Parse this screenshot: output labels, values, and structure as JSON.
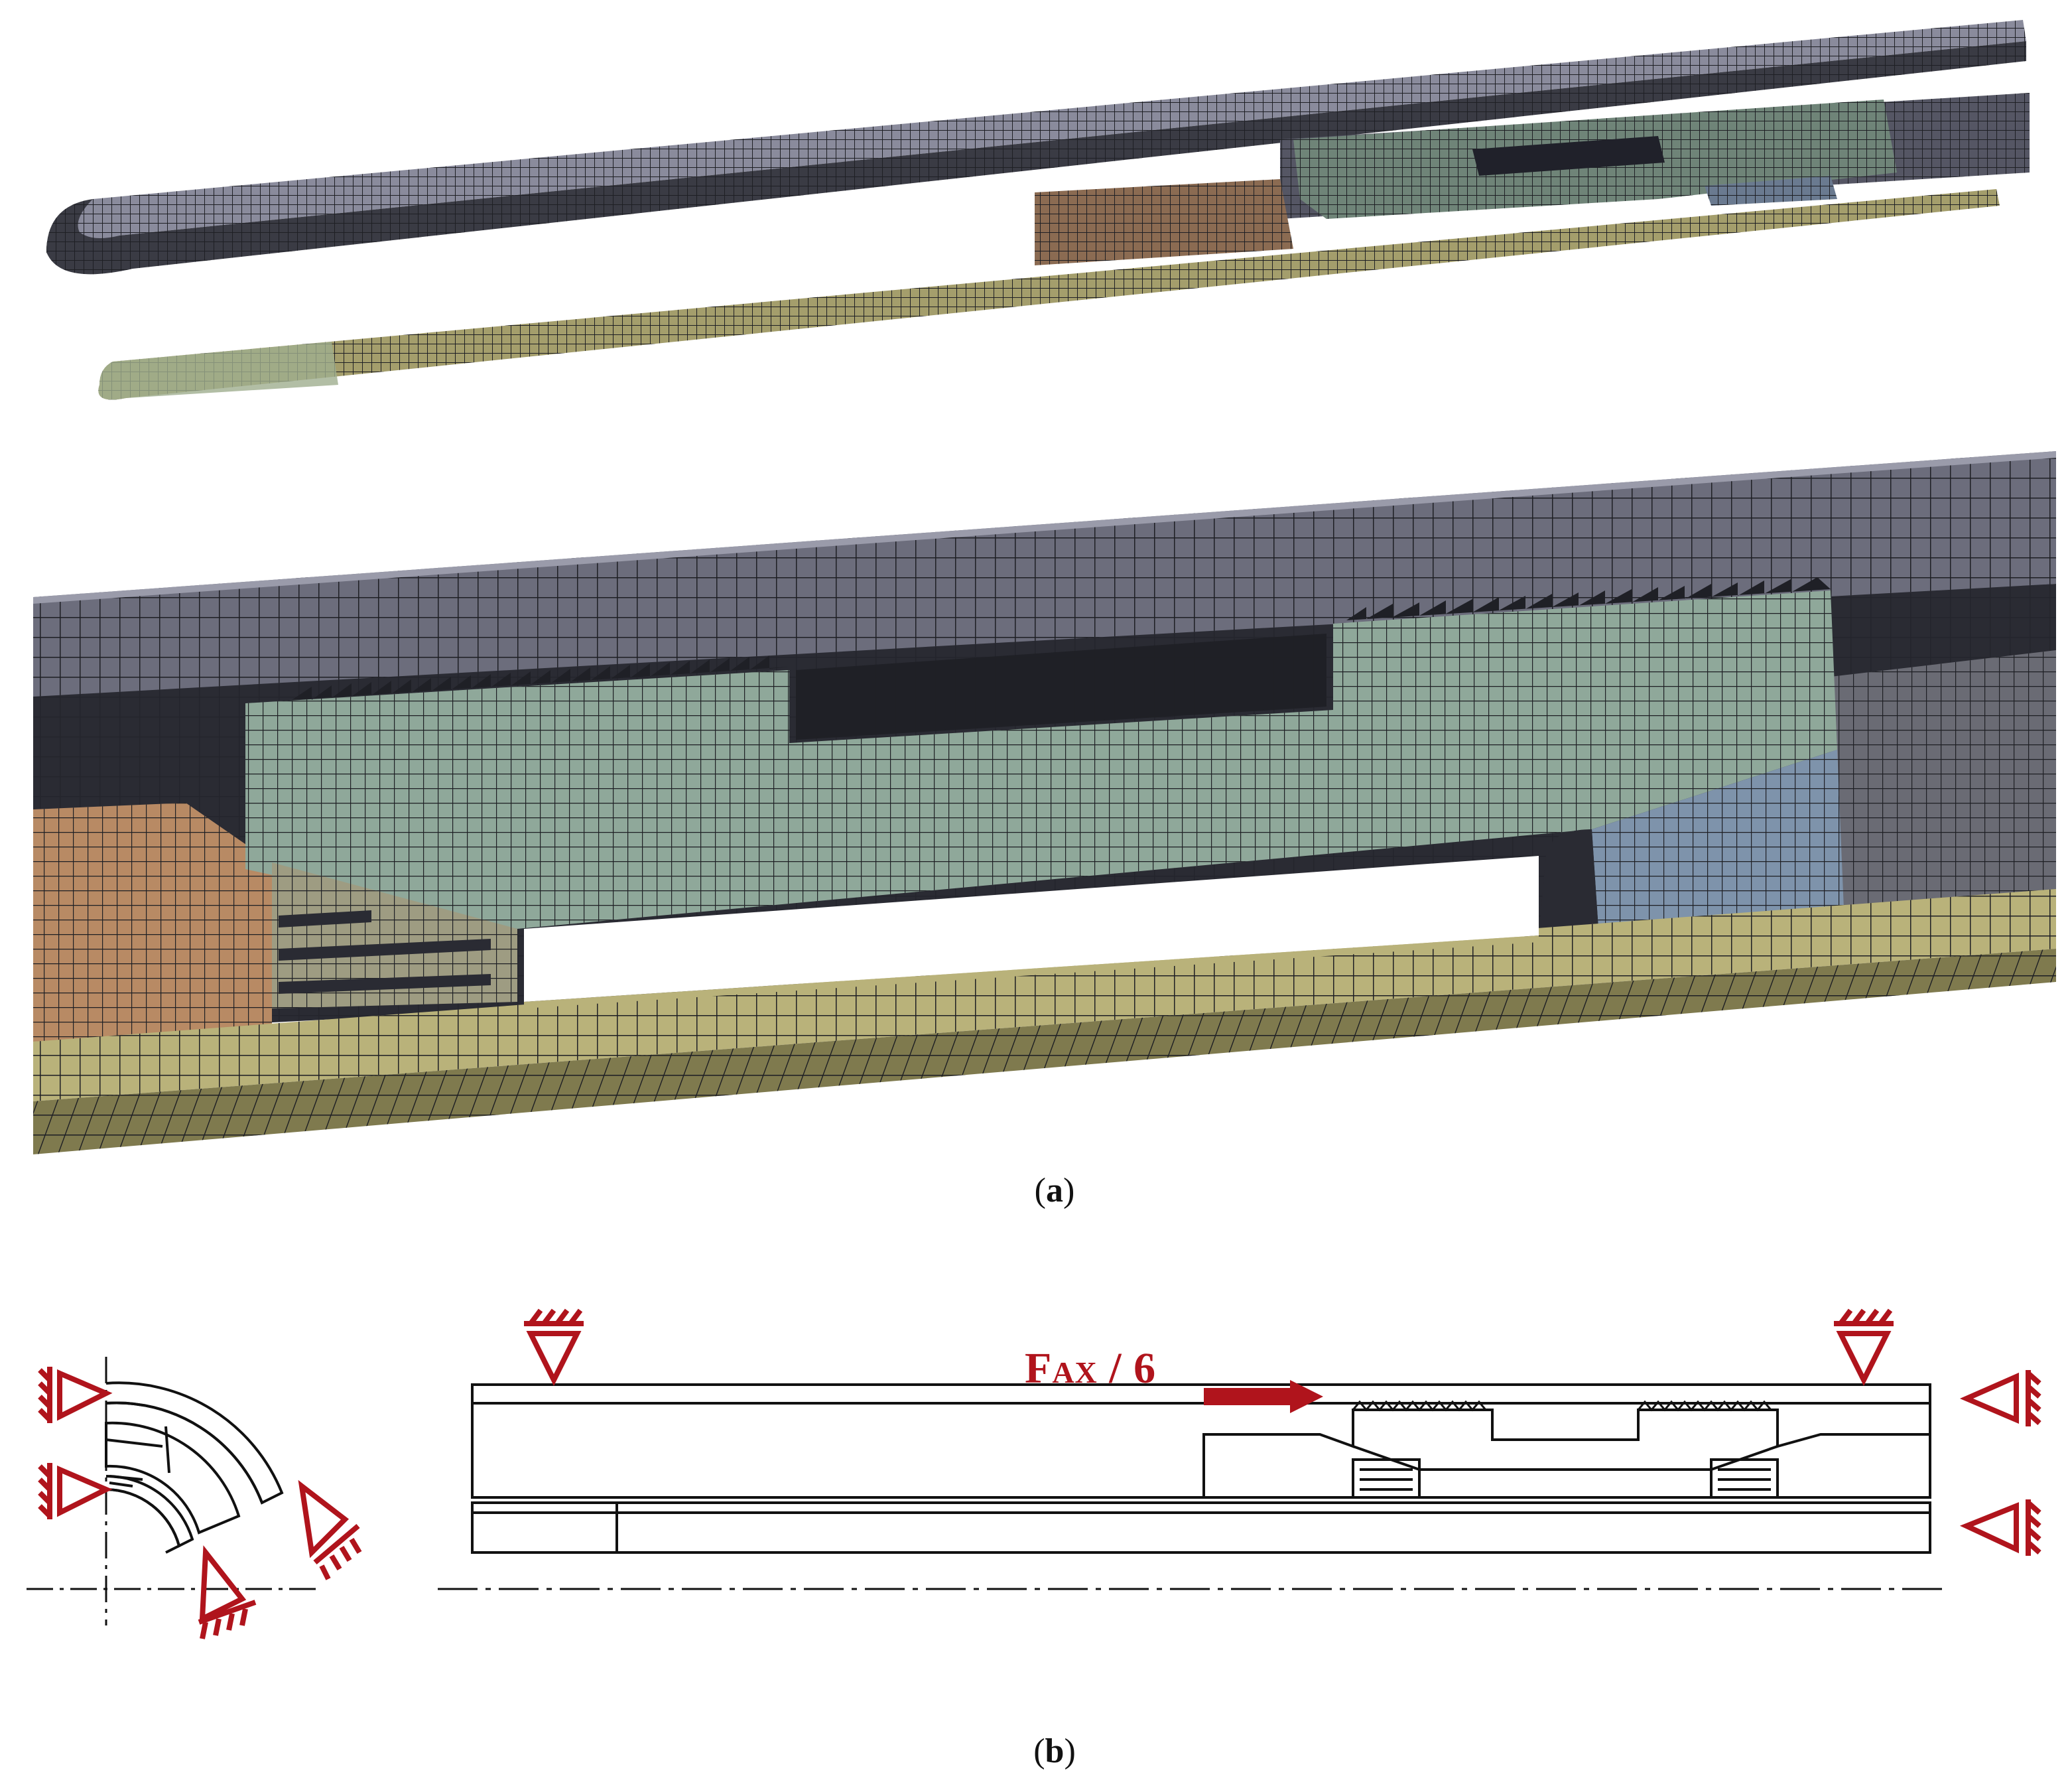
{
  "captions": {
    "a_label": "a",
    "b_label": "b"
  },
  "force": {
    "main": "F",
    "subscript": "AX",
    "divisor": "/ 6"
  },
  "colors": {
    "outer_shell": "#6c6d7c",
    "outer_shell_top": "#8a8b9c",
    "inner_rod": "#b9b27a",
    "inner_rod_dark": "#7f7a4e",
    "connector": "#8fa89a",
    "left_block": "#b88a64",
    "right_block": "#7e93ab",
    "wedge": "#9e9c82",
    "mesh_line": "#1e1f24",
    "annotation_red": "#b0141c"
  }
}
